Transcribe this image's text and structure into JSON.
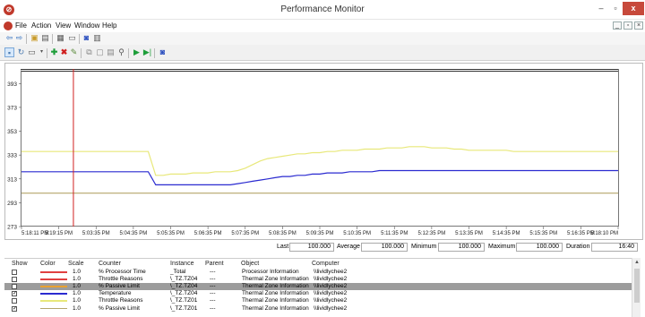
{
  "window": {
    "title": "Performance Monitor",
    "min_glyph": "–",
    "max_glyph": "▫",
    "close_glyph": "x"
  },
  "menu": [
    "File",
    "Action",
    "View",
    "Window",
    "Help"
  ],
  "mdi_controls": [
    "_",
    "▫",
    "×"
  ],
  "chart_data": {
    "type": "line",
    "title": "",
    "ylim": [
      273,
      403
    ],
    "yticks": [
      273,
      293,
      313,
      333,
      353,
      373,
      393
    ],
    "x_tick_labels": [
      "5:18:11 PM",
      "5:19:15 PM",
      "5:03:35 PM",
      "5:04:35 PM",
      "5:05:35 PM",
      "5:06:35 PM",
      "5:07:35 PM",
      "5:08:35 PM",
      "5:09:35 PM",
      "5:10:35 PM",
      "5:11:35 PM",
      "5:12:35 PM",
      "5:13:35 PM",
      "5:14:35 PM",
      "5:15:35 PM",
      "5:16:35 PM",
      "5:18:10 PM"
    ],
    "cursor_fraction": 0.087,
    "series": [
      {
        "color": "#e8e87a",
        "values": [
          336,
          336,
          336,
          336,
          336,
          336,
          336,
          336,
          336,
          336,
          336,
          336,
          336,
          336,
          336,
          336,
          336,
          336,
          316,
          316,
          317,
          317,
          317,
          318,
          318,
          318,
          319,
          319,
          319,
          320,
          322,
          325,
          328,
          330,
          331,
          332,
          333,
          334,
          334,
          335,
          335,
          336,
          336,
          337,
          337,
          337,
          338,
          338,
          338,
          339,
          339,
          339,
          340,
          340,
          340,
          339,
          339,
          339,
          338,
          338,
          337,
          337,
          337,
          337,
          337,
          337,
          336,
          336,
          336,
          336,
          336,
          336,
          336,
          336,
          336,
          336,
          336,
          336,
          336,
          336,
          336
        ]
      },
      {
        "color": "#2a2ad0",
        "values": [
          319,
          319,
          319,
          319,
          319,
          319,
          319,
          319,
          319,
          319,
          319,
          319,
          319,
          319,
          319,
          319,
          319,
          319,
          308,
          308,
          308,
          308,
          308,
          308,
          308,
          308,
          308,
          308,
          308,
          309,
          310,
          311,
          312,
          313,
          314,
          315,
          315,
          316,
          316,
          317,
          317,
          318,
          318,
          318,
          319,
          319,
          319,
          319,
          320,
          320,
          320,
          320,
          320,
          320,
          320,
          320,
          320,
          320,
          320,
          320,
          320,
          320,
          320,
          320,
          320,
          320,
          320,
          320,
          320,
          320,
          320,
          320,
          320,
          320,
          320,
          320,
          320,
          320,
          320,
          320,
          320
        ]
      },
      {
        "color": "#b5a66a",
        "values": [
          301,
          301,
          301,
          301,
          301,
          301,
          301,
          301,
          301,
          301,
          301,
          301,
          301,
          301,
          301,
          301,
          301,
          301,
          301,
          301,
          301,
          301,
          301,
          301,
          301,
          301,
          301,
          301,
          301,
          301,
          301,
          301,
          301,
          301,
          301,
          301,
          301,
          301,
          301,
          301,
          301,
          301,
          301,
          301,
          301,
          301,
          301,
          301,
          301,
          301,
          301,
          301,
          301,
          301,
          301,
          301,
          301,
          301,
          301,
          301,
          301,
          301,
          301,
          301,
          301,
          301,
          301,
          301,
          301,
          301,
          301,
          301,
          301,
          301,
          301,
          301,
          301,
          301,
          301,
          301,
          301
        ]
      }
    ]
  },
  "stats": {
    "last_label": "Last",
    "last_value": "100.000",
    "average_label": "Average",
    "average_value": "100.000",
    "minimum_label": "Minimum",
    "minimum_value": "100.000",
    "maximum_label": "Maximum",
    "maximum_value": "100.000",
    "duration_label": "Duration",
    "duration_value": "16:40"
  },
  "legend": {
    "headers": {
      "show": "Show",
      "color": "Color",
      "scale": "Scale",
      "counter": "Counter",
      "instance": "Instance",
      "parent": "Parent",
      "object": "Object",
      "computer": "Computer"
    },
    "rows": [
      {
        "checked": "",
        "color": "#e04040",
        "scale": "1.0",
        "counter": "% Processor Time",
        "instance": "_Total",
        "parent": "---",
        "object": "Processor Information",
        "computer": "\\\\lividlychee2"
      },
      {
        "checked": "",
        "color": "#e04040",
        "scale": "1.0",
        "counter": "Throttle Reasons",
        "instance": "\\_TZ.TZ04",
        "parent": "---",
        "object": "Thermal Zone Information",
        "computer": "\\\\lividlychee2"
      },
      {
        "checked": "",
        "color": "#e8a030",
        "scale": "1.0",
        "counter": "% Passive Limit",
        "instance": "\\_TZ.TZ04",
        "parent": "---",
        "object": "Thermal Zone Information",
        "computer": "\\\\lividlychee2",
        "selected": true
      },
      {
        "checked": "✓",
        "color": "#2a2ad0",
        "scale": "1.0",
        "counter": "Temperature",
        "instance": "\\_TZ.TZ04",
        "parent": "---",
        "object": "Thermal Zone Information",
        "computer": "\\\\lividlychee2"
      },
      {
        "checked": "",
        "color": "#e8e87a",
        "scale": "1.0",
        "counter": "Throttle Reasons",
        "instance": "\\_TZ.TZ01",
        "parent": "---",
        "object": "Thermal Zone Information",
        "computer": "\\\\lividlychee2"
      },
      {
        "checked": "✓",
        "color": "#b5a66a",
        "scale": "1.0",
        "counter": "% Passive Limit",
        "instance": "\\_TZ.TZ01",
        "parent": "---",
        "object": "Thermal Zone Information",
        "computer": "\\\\lividlychee2"
      }
    ]
  },
  "icons": {
    "back": "back-arrow-icon",
    "forward": "forward-arrow-icon",
    "up": "up-folder-icon",
    "show-hide": "show-hide-tree-icon",
    "export": "export-list-icon",
    "help": "help-icon",
    "properties": "properties-icon"
  }
}
